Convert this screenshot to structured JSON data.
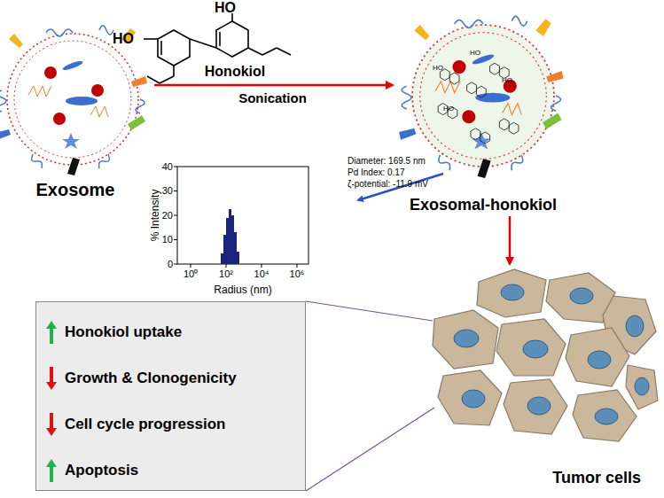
{
  "diagram": {
    "nodes": [
      {
        "text": [
          "Exosome"
        ]
      },
      {
        "text": [
          "Exosomal-honokiol"
        ]
      },
      {
        "text": [
          "Honokiol uptake",
          "Growth & Clonogenicity",
          "Cell cycle progression",
          "Apoptosis"
        ]
      },
      {
        "text": [
          "Tumor cells"
        ]
      }
    ],
    "edges": [
      {
        "from": 0,
        "to": 1,
        "arrow": "to",
        "label": "Sonication"
      },
      {
        "from": 1,
        "to": 3,
        "arrow": "to"
      },
      {
        "from": 2,
        "to": 3,
        "arrow": "none"
      }
    ],
    "labels": [
      "HO",
      "HO",
      "Honokiol",
      "HO",
      "HO",
      "HO",
      "HO",
      "Diameter: 169.5 nm",
      "Pd Index: 0.17",
      "ζ-potential: -11.9 mV",
      "% Intensity",
      "40",
      "30",
      "20",
      "10",
      "0",
      "10⁰",
      "10²",
      "10⁴",
      "10⁶",
      "Radius (nm)"
    ]
  }
}
